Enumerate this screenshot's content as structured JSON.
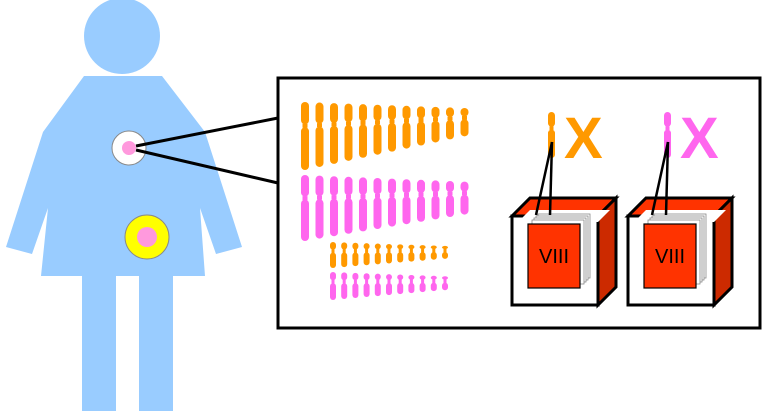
{
  "colors": {
    "figure": "#99ccff",
    "paternal": "#ff9900",
    "maternal": "#ff66ee",
    "book_red": "#ff3300",
    "box_dark": "#cc2a00",
    "egg_yellow": "#ffff00",
    "egg_core": "#ff99dd",
    "outline": "#000000"
  },
  "icons": {
    "figure": "female-figure-icon",
    "cell": "cell-icon",
    "egg": "egg-cell-icon",
    "book": "book-volume-icon"
  },
  "chromosome_pairs": {
    "top_row_count": 12,
    "bottom_row_count": 11
  },
  "x_pairs": [
    {
      "chromosome": "X",
      "volume": "VIII",
      "color": "#ff9900"
    },
    {
      "chromosome": "X",
      "volume": "VIII",
      "color": "#ff66ee"
    }
  ]
}
